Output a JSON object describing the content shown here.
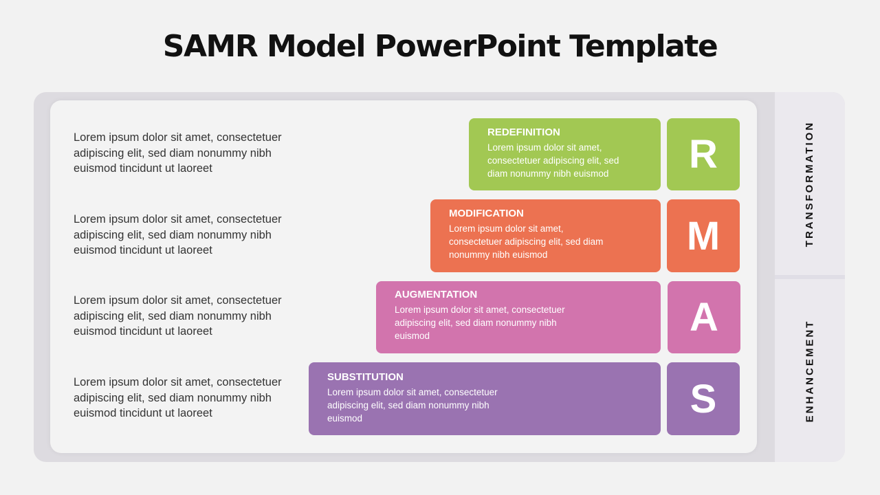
{
  "title": "SAMR Model PowerPoint Template",
  "side_labels": {
    "top": "TRANSFORMATION",
    "bottom": "ENHANCEMENT"
  },
  "colors": {
    "redefinition": "#a2c853",
    "modification": "#ec7251",
    "augmentation": "#d274ad",
    "substitution": "#9a73b1"
  },
  "levels": [
    {
      "name": "REDEFINITION",
      "letter": "R",
      "desc": [
        "Lorem ipsum dolor sit amet,",
        "consectetuer adipiscing elit, sed",
        "diam nonummy nibh euismod"
      ],
      "left_text": [
        "Lorem ipsum dolor sit amet, consectetuer",
        "adipiscing elit, sed diam nonummy nibh",
        "euismod tincidunt ut laoreet"
      ]
    },
    {
      "name": "MODIFICATION",
      "letter": "M",
      "desc": [
        "Lorem ipsum dolor sit amet,",
        "consectetuer adipiscing elit, sed diam",
        "nonummy nibh euismod"
      ],
      "left_text": [
        "Lorem ipsum dolor sit amet, consectetuer",
        "adipiscing elit, sed diam nonummy nibh",
        "euismod tincidunt ut laoreet"
      ]
    },
    {
      "name": "AUGMENTATION",
      "letter": "A",
      "desc": [
        "Lorem ipsum dolor sit amet, consectetuer",
        "adipiscing elit, sed diam nonummy nibh",
        "euismod"
      ],
      "left_text": [
        "Lorem ipsum dolor sit amet, consectetuer",
        "adipiscing elit, sed diam nonummy nibh",
        "euismod tincidunt ut laoreet"
      ]
    },
    {
      "name": "SUBSTITUTION",
      "letter": "S",
      "desc": [
        "Lorem ipsum dolor sit amet, consectetuer",
        "adipiscing elit, sed diam nonummy nibh",
        "euismod"
      ],
      "left_text": [
        "Lorem ipsum dolor sit amet, consectetuer",
        "adipiscing elit, sed diam nonummy nibh",
        "euismod tincidunt ut laoreet"
      ]
    }
  ]
}
